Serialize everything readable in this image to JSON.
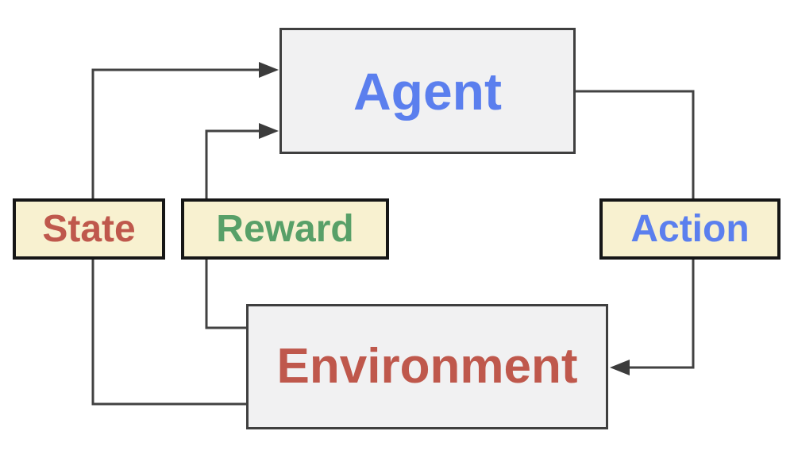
{
  "diagram": {
    "type": "flow-diagram",
    "topic": "Reinforcement learning loop",
    "nodes": {
      "agent": {
        "label": "Agent",
        "text_color": "#5b7fee",
        "fill": "#f1f1f2",
        "border_color": "#3f3f3f"
      },
      "environment": {
        "label": "Environment",
        "text_color": "#bf584c",
        "fill": "#f1f1f2",
        "border_color": "#3f3f3f"
      },
      "state": {
        "label": "State",
        "text_color": "#bf584c",
        "fill": "#f8f1d0",
        "border_color": "#161616"
      },
      "reward": {
        "label": "Reward",
        "text_color": "#58a068",
        "fill": "#f8f1d0",
        "border_color": "#161616"
      },
      "action": {
        "label": "Action",
        "text_color": "#5b7fee",
        "fill": "#f8f1d0",
        "border_color": "#161616"
      }
    },
    "edges": [
      {
        "from": "environment",
        "via": "state",
        "to": "agent",
        "arrowhead_at": "agent-left"
      },
      {
        "from": "environment",
        "via": "reward",
        "to": "agent",
        "arrowhead_at": "agent-left"
      },
      {
        "from": "agent",
        "via": "action",
        "to": "environment",
        "arrowhead_at": "environment-right"
      }
    ],
    "line_color": "#424242",
    "arrowhead_color": "#3c3c3c",
    "background_color": "#ffffff"
  }
}
